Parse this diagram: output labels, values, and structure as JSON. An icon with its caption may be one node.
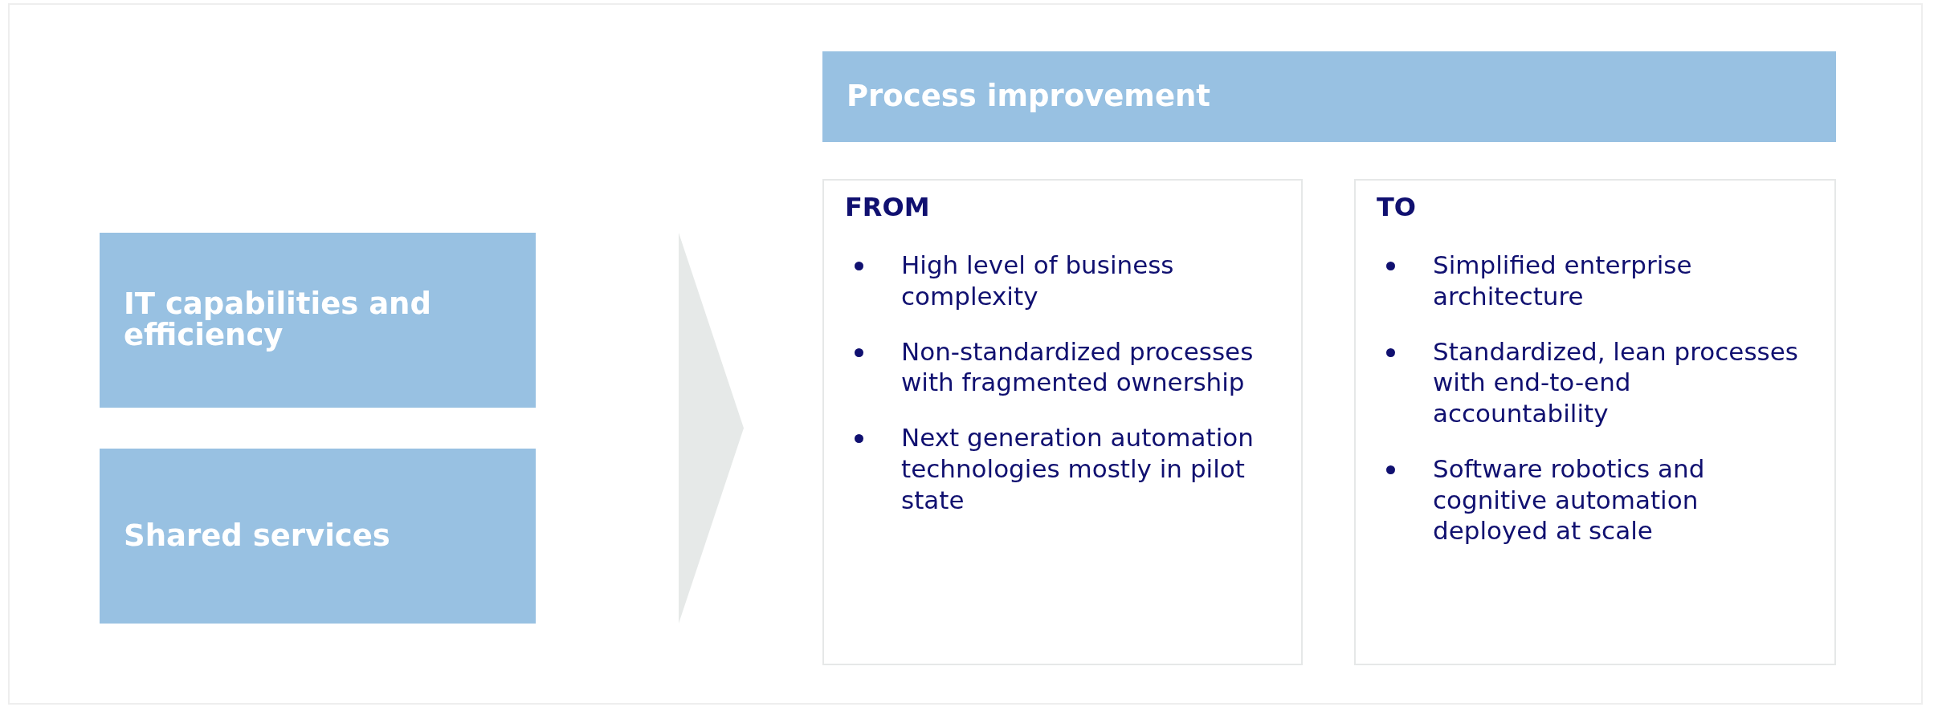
{
  "diagram": {
    "nodes": [
      {
        "text": [
          "IT capabilities and efficiency"
        ]
      },
      {
        "text": [
          "Shared services"
        ]
      },
      {
        "text": [
          "Process improvement"
        ]
      },
      {
        "text": [
          "FROM",
          "High level of business complexity",
          "Non-standardized processes with fragmented ownership",
          "Next generation automation technologies mostly in pilot state"
        ]
      },
      {
        "text": [
          "TO",
          "Simplified enterprise architecture",
          "Standardized, lean processes with end-to-end accountability",
          "Software robotics and cognitive automation deployed at scale"
        ]
      }
    ],
    "edges": [
      {
        "from": 0,
        "to": 3,
        "arrow": "to"
      },
      {
        "from": 1,
        "to": 3,
        "arrow": "to"
      }
    ]
  }
}
